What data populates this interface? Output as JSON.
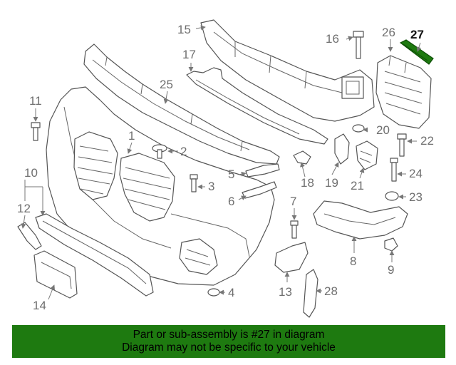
{
  "diagram": {
    "highlighted_callout": "27",
    "highlight_color": "#1e7a10",
    "callouts": [
      "1",
      "2",
      "3",
      "4",
      "5",
      "6",
      "7",
      "8",
      "9",
      "10",
      "11",
      "12",
      "13",
      "14",
      "15",
      "16",
      "17",
      "18",
      "19",
      "20",
      "21",
      "22",
      "23",
      "24",
      "25",
      "26",
      "27",
      "28"
    ]
  },
  "banner": {
    "line1": "Part or sub-assembly is #27 in diagram",
    "line2": "Diagram may not be specific to your vehicle",
    "background": "#1e7a10"
  }
}
